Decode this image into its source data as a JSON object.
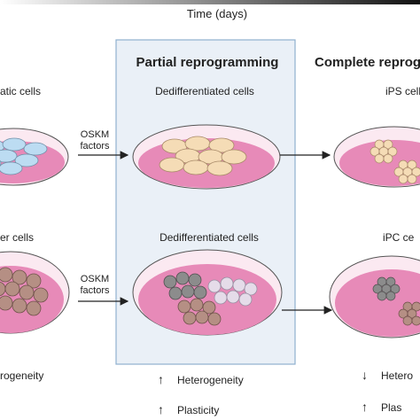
{
  "header": {
    "time_label": "Time (days)"
  },
  "columns": {
    "partial_title": "Partial reprogramming",
    "complete_title": "Complete reprog"
  },
  "row1": {
    "left_label": "atic cells",
    "middle_label": "Dedifferentiated cells",
    "right_label": "iPS cells",
    "factors_line1": "OSKM",
    "factors_line2": "factors"
  },
  "row2": {
    "left_label": "er cells",
    "middle_label": "Dedifferentiated cells",
    "right_label": "iPC ce",
    "factors_line1": "OSKM",
    "factors_line2": "factors"
  },
  "properties": {
    "left_heterogeneity": "rogeneity",
    "middle_heterogeneity": "Heterogeneity",
    "middle_plasticity": "Plasticity",
    "right_heterogeneity": "Hetero",
    "right_plasticity": "Plas",
    "up_arrow": "↑",
    "down_arrow": "↓"
  },
  "colors": {
    "dish_fill": "#e78ab8",
    "dish_rim": "#fbe9f1",
    "dish_outline": "#555555",
    "panel_fill": "#eaf0f7",
    "panel_border": "#8fb0cf",
    "cells_blue": "#bcdcf2",
    "cells_peach": "#f5dcb6",
    "cells_brown": "#b58f84",
    "cells_gray": "#8c8c8c",
    "cells_pale_violet": "#e5dce9"
  }
}
